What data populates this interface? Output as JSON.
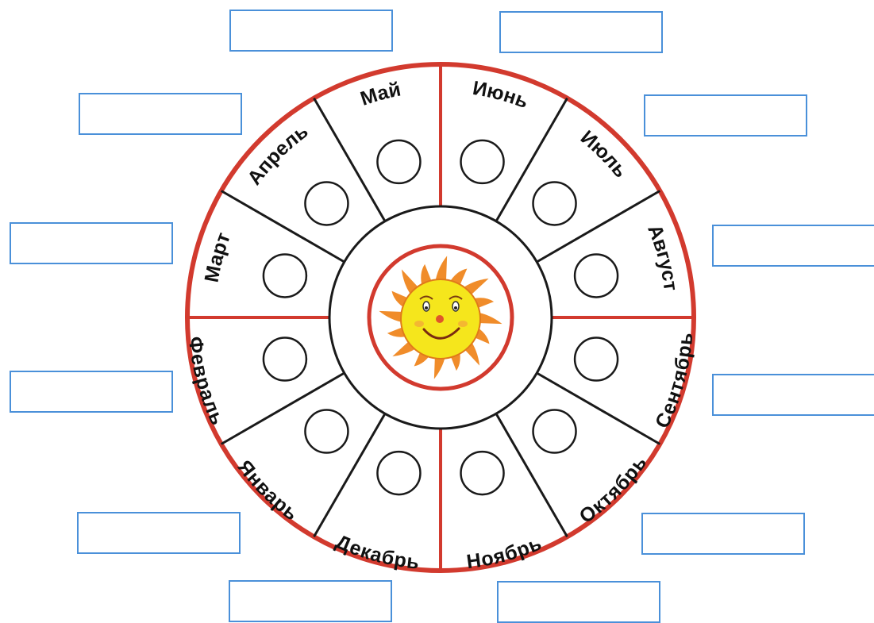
{
  "colors": {
    "ring": "#d23a2e",
    "divider": "#1a1a1a",
    "answer_box_border": "#4a90d9",
    "sun_face": "#f5e61c",
    "sun_rays": "#f08c2a"
  },
  "wheel": {
    "months": [
      {
        "name": "Январь"
      },
      {
        "name": "Февраль"
      },
      {
        "name": "Март"
      },
      {
        "name": "Апрель"
      },
      {
        "name": "Май"
      },
      {
        "name": "Июнь"
      },
      {
        "name": "Июль"
      },
      {
        "name": "Август"
      },
      {
        "name": "Сентябрь"
      },
      {
        "name": "Октябрь"
      },
      {
        "name": "Ноябрь"
      },
      {
        "name": "Декабрь"
      }
    ],
    "center_icon": "smiling-sun-icon"
  },
  "answer_boxes": [
    {
      "value": ""
    },
    {
      "value": ""
    },
    {
      "value": ""
    },
    {
      "value": ""
    },
    {
      "value": ""
    },
    {
      "value": ""
    },
    {
      "value": ""
    },
    {
      "value": ""
    },
    {
      "value": ""
    },
    {
      "value": ""
    },
    {
      "value": ""
    },
    {
      "value": ""
    }
  ]
}
